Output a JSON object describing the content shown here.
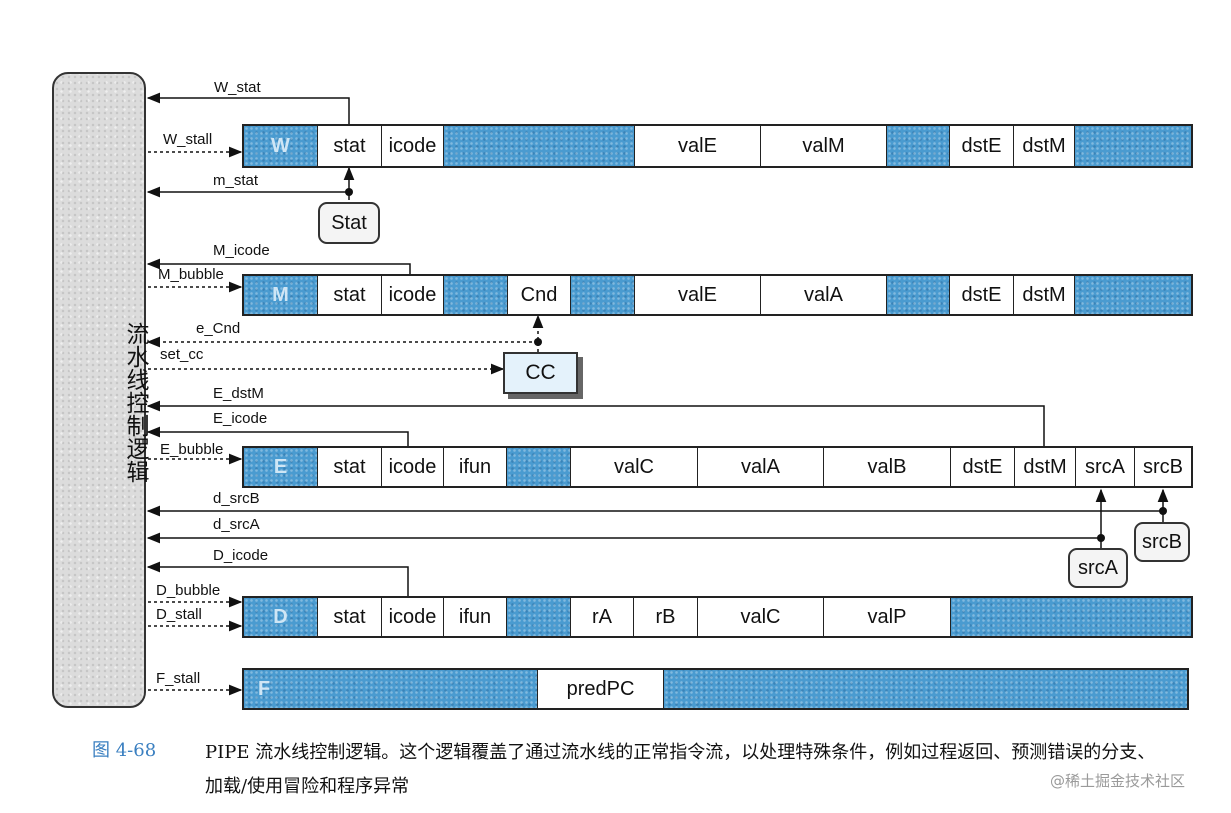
{
  "control_logic": {
    "label": "流水线控制逻辑"
  },
  "signals": {
    "W_stat": "W_stat",
    "W_stall": "W_stall",
    "m_stat": "m_stat",
    "M_icode": "M_icode",
    "M_bubble": "M_bubble",
    "e_Cnd": "e_Cnd",
    "set_cc": "set_cc",
    "E_dstM": "E_dstM",
    "E_icode": "E_icode",
    "E_bubble": "E_bubble",
    "d_srcB": "d_srcB",
    "d_srcA": "d_srcA",
    "D_icode": "D_icode",
    "D_bubble": "D_bubble",
    "D_stall": "D_stall",
    "F_stall": "F_stall"
  },
  "registers": {
    "W": [
      "W",
      "stat",
      "icode",
      "",
      "valE",
      "valM",
      "",
      "dstE",
      "dstM",
      ""
    ],
    "M": [
      "M",
      "stat",
      "icode",
      "",
      "Cnd",
      "",
      "valE",
      "valA",
      "",
      "dstE",
      "dstM",
      ""
    ],
    "E": [
      "E",
      "stat",
      "icode",
      "ifun",
      "",
      "valC",
      "valA",
      "valB",
      "dstE",
      "dstM",
      "srcA",
      "srcB"
    ],
    "D": [
      "D",
      "stat",
      "icode",
      "ifun",
      "",
      "rA",
      "rB",
      "valC",
      "valP",
      ""
    ],
    "F": [
      "F",
      "predPC",
      ""
    ]
  },
  "blocks": {
    "stat": "Stat",
    "cc": "CC",
    "srcA": "srcA",
    "srcB": "srcB"
  },
  "caption": {
    "number": "图 4-68",
    "text": "PIPE 流水线控制逻辑。这个逻辑覆盖了通过流水线的正常指令流，以处理特殊条件，例如过程返回、预测错误的分支、加载/使用冒险和程序异常"
  },
  "watermark": "@稀土掘金技术社区",
  "colors": {
    "register_fill": "#4a9bd0",
    "cc_fill": "#e4f2fb",
    "control_box": "#dcdcdc"
  }
}
